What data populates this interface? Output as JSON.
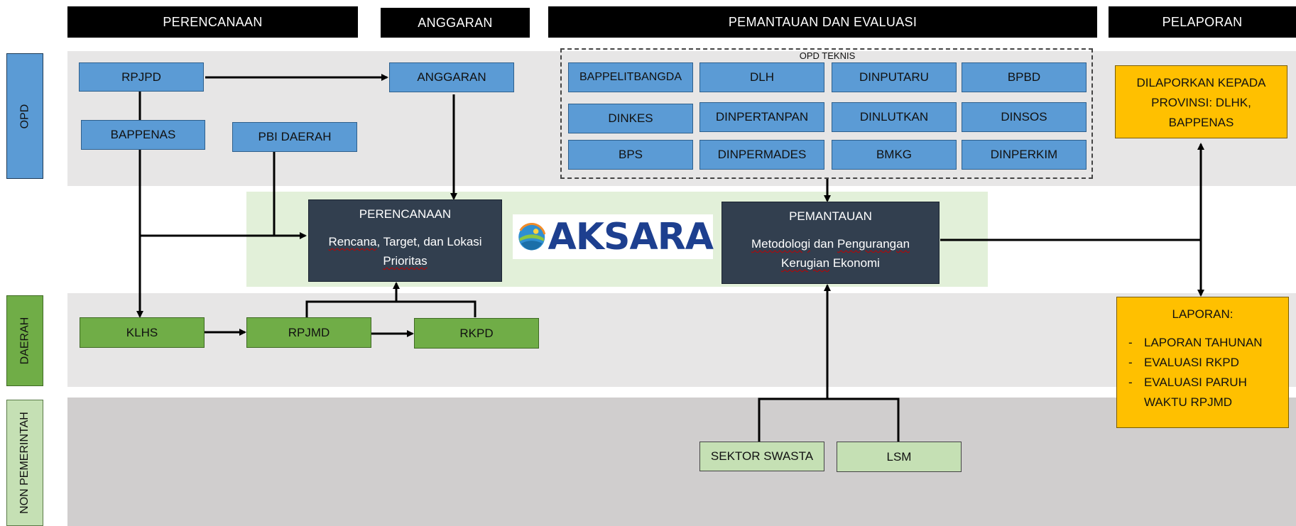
{
  "headers": {
    "perencanaan": "PERENCANAAN",
    "anggaran": "ANGGARAN",
    "pemantauan": "PEMANTAUAN DAN EVALUASI",
    "pelaporan": "PELAPORAN"
  },
  "rows": {
    "opd": "OPD",
    "daerah": "DAERAH",
    "non_pemerintah": "NON PEMERINTAH"
  },
  "nodes": {
    "rpjpd": "RPJPD",
    "bappenas": "BAPPENAS",
    "pbi_daerah": "PBI DAERAH",
    "anggaran": "ANGGARAN",
    "klhs": "KLHS",
    "rpjmd": "RPJMD",
    "rkpd": "RKPD",
    "sektor_swasta": "SEKTOR SWASTA",
    "lsm": "LSM"
  },
  "opd_teknis": {
    "label": "OPD TEKNIS",
    "items": [
      "BAPPELITBANGDA",
      "DLH",
      "DINPUTARU",
      "BPBD",
      "DINKES",
      "DINPERTANPAN",
      "DINLUTKAN",
      "DINSOS",
      "BPS",
      "DINPERMADES",
      "BMKG",
      "DINPERKIM"
    ]
  },
  "perencanaan_box": {
    "title": "PERENCANAAN",
    "body_1": "Rencana",
    "body_2": ", Target, dan Lokasi",
    "body_3": "Prioritas"
  },
  "pemantauan_box": {
    "title": "PEMANTAUAN",
    "body_1": "Metodologi",
    "body_2": " dan ",
    "body_3": "Pengurangan",
    "body_4": "Kerugian",
    "body_5": " Ekonomi"
  },
  "logo": {
    "text": "AKSARA"
  },
  "pelaporan_top": {
    "line1": "DILAPORKAN KEPADA",
    "line2": "PROVINSI: DLHK,",
    "line3": "BAPPENAS"
  },
  "laporan": {
    "title": "LAPORAN:",
    "items": [
      "LAPORAN TAHUNAN",
      "EVALUASI RKPD",
      "EVALUASI PARUH",
      "WAKTU RPJMD"
    ]
  },
  "colors": {
    "header": "#000000",
    "opd_blue": "#5b9bd5",
    "daerah_green": "#70ad47",
    "non_pemerintah_green": "#c5e0b4",
    "core_dark": "#323f4f",
    "report_orange": "#ffc000"
  }
}
